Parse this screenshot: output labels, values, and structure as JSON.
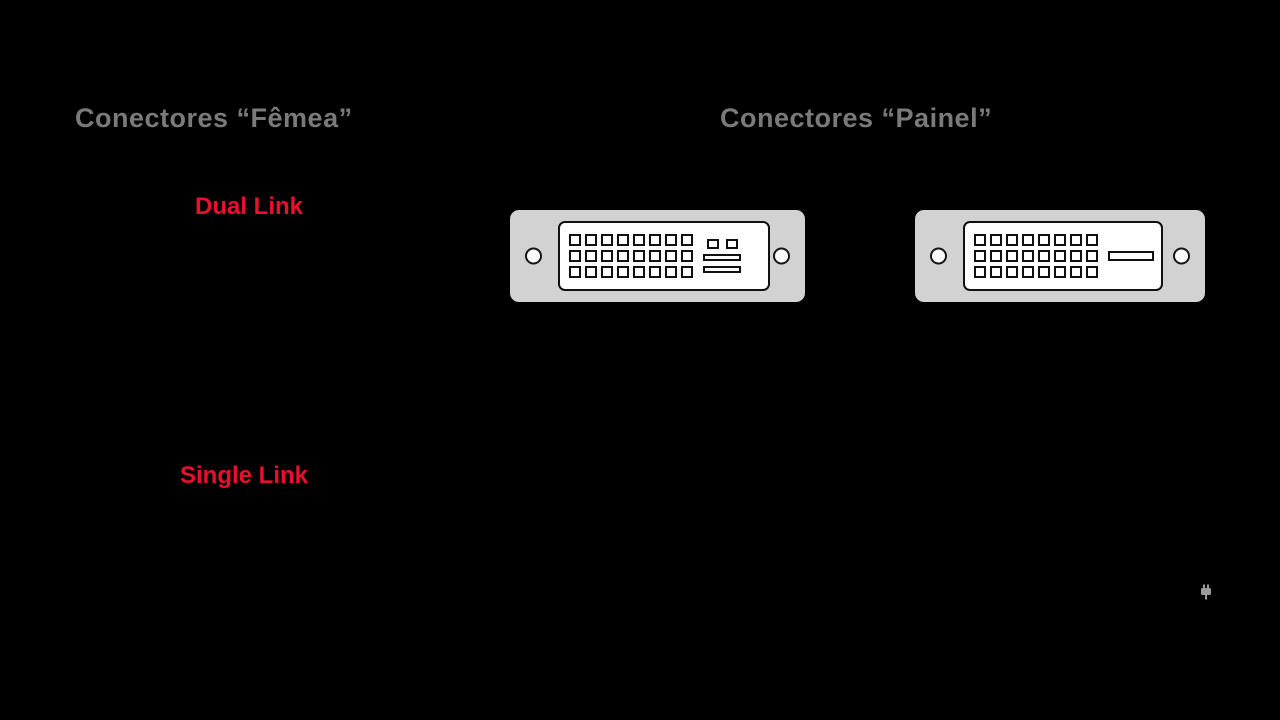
{
  "headers": {
    "female": "Conectores “Fêmea”",
    "panel": "Conectores “Painel”"
  },
  "labels": {
    "dual_link": "Dual Link",
    "single_link": "Single Link"
  },
  "colors": {
    "background": "#000000",
    "header_text": "#7a7a7a",
    "label_text": "#e8112d",
    "connector_body": "#d2d2d2",
    "connector_face": "#ffffff",
    "pin_outline": "#111111"
  },
  "connectors": [
    {
      "name": "dvi-female-dual-link",
      "pin_rows": 3,
      "pin_cols": 8,
      "right_section": "two-squares-and-two-bars"
    },
    {
      "name": "dvi-panel-connector",
      "pin_rows": 3,
      "pin_cols": 8,
      "right_section": "blade-slot"
    }
  ],
  "icons": {
    "corner": "plug-icon"
  }
}
